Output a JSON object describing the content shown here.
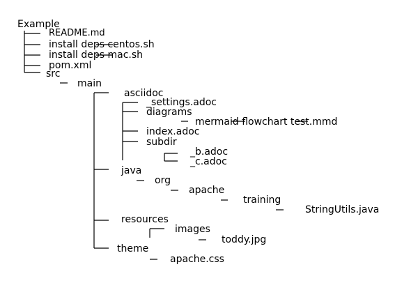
{
  "colors": {
    "background": "#ffffff",
    "ink": "#000000"
  },
  "tree": {
    "root": "Example",
    "readme": "README.md",
    "install_centos": "install deps centos.sh",
    "install_mac": "install deps mac.sh",
    "pom": "pom.xml",
    "src": "src",
    "main": "main",
    "asciidoc": "asciidoc",
    "settings": "_settings.adoc",
    "diagrams": "diagrams",
    "mermaid": "mermaid flowchart test.mmd",
    "index": "index.adoc",
    "subdir": "subdir",
    "b_adoc": "_b.adoc",
    "c_adoc": "_c.adoc",
    "java": "java",
    "org": "org",
    "apache": "apache",
    "training": "training",
    "stringutils": "StringUtils.java",
    "resources": "resources",
    "images": "images",
    "toddy": "toddy.jpg",
    "theme": "theme",
    "apache_css": "apache.css"
  }
}
